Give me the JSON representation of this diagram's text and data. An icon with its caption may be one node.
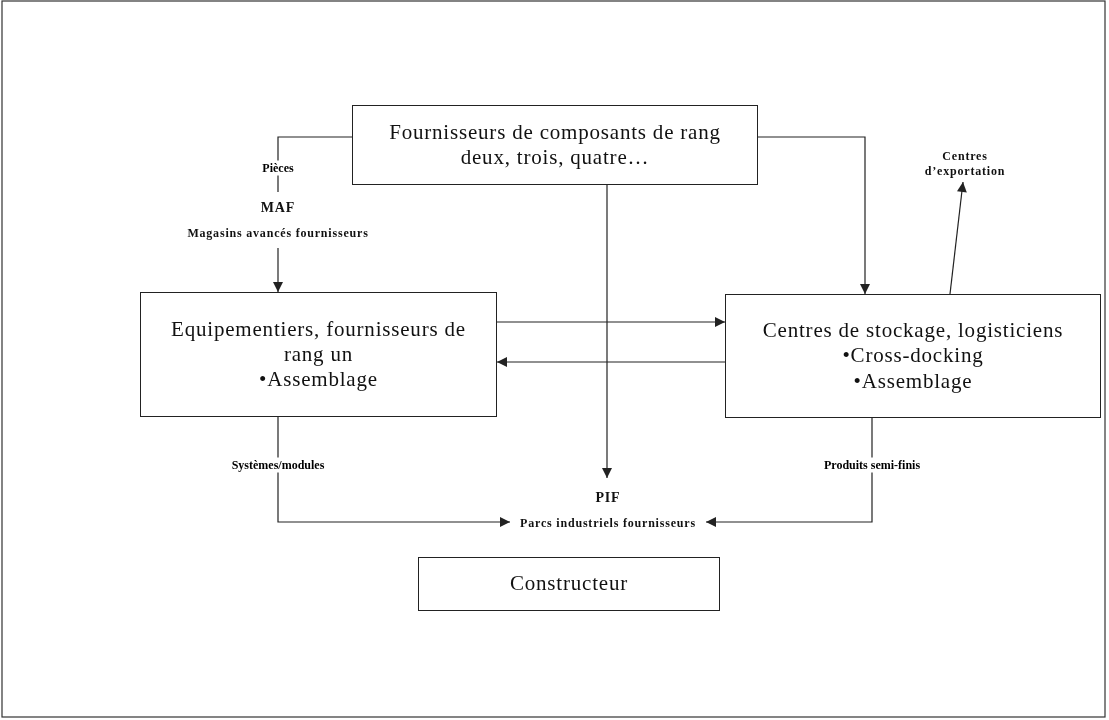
{
  "diagram": {
    "nodes": [
      {
        "text": [
          "Fournisseurs de composants de rang deux, trois, quatre…"
        ]
      },
      {
        "text": [
          "MAF",
          "Magasins avancés fournisseurs"
        ]
      },
      {
        "text": [
          "Equipementiers, fournisseurs de rang un",
          "•Assemblage"
        ]
      },
      {
        "text": [
          "Centres de stockage, logisticiens",
          "•Cross-docking",
          "•Assemblage"
        ]
      },
      {
        "text": [
          "Centres d’exportation"
        ]
      },
      {
        "text": [
          "PIF",
          "Parcs industriels fournisseurs"
        ]
      },
      {
        "text": [
          "Constructeur"
        ]
      }
    ],
    "edges": [
      {
        "from": 0,
        "to": 1,
        "arrow": "none",
        "label": "Pièces"
      },
      {
        "from": 1,
        "to": 2,
        "arrow": "to"
      },
      {
        "from": 0,
        "to": 3,
        "arrow": "to"
      },
      {
        "from": 0,
        "to": 5,
        "arrow": "to"
      },
      {
        "from": 2,
        "to": 3,
        "arrow": "to"
      },
      {
        "from": 3,
        "to": 2,
        "arrow": "to"
      },
      {
        "from": 3,
        "to": 4,
        "arrow": "to"
      },
      {
        "from": 2,
        "to": 5,
        "arrow": "to",
        "label": "Systèmes/modules"
      },
      {
        "from": 3,
        "to": 5,
        "arrow": "to",
        "label": "Produits semi-finis"
      }
    ]
  }
}
